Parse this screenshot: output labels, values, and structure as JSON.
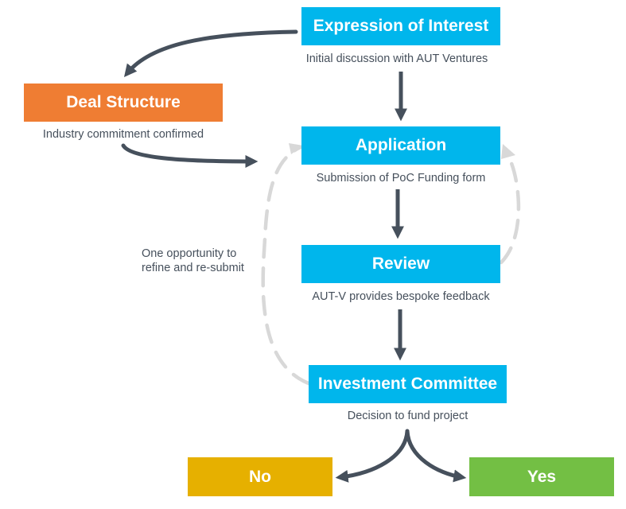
{
  "colors": {
    "blue": "#00b6ec",
    "orange": "#ef7d33",
    "gold": "#e6b000",
    "green": "#73bf44",
    "arrow": "#46505c",
    "loop": "#d8d8d8"
  },
  "nodes": {
    "eoi": {
      "label": "Expression of Interest",
      "caption": "Initial discussion with AUT Ventures"
    },
    "deal": {
      "label": "Deal Structure",
      "caption": "Industry commitment confirmed"
    },
    "application": {
      "label": "Application",
      "caption": "Submission of PoC Funding form"
    },
    "review": {
      "label": "Review",
      "caption": "AUT-V provides bespoke feedback"
    },
    "committee": {
      "label": "Investment Committee",
      "caption": "Decision to fund project"
    },
    "no": {
      "label": "No"
    },
    "yes": {
      "label": "Yes"
    }
  },
  "loop_note": {
    "line1": "One opportunity to",
    "line2": "refine and re-submit"
  }
}
